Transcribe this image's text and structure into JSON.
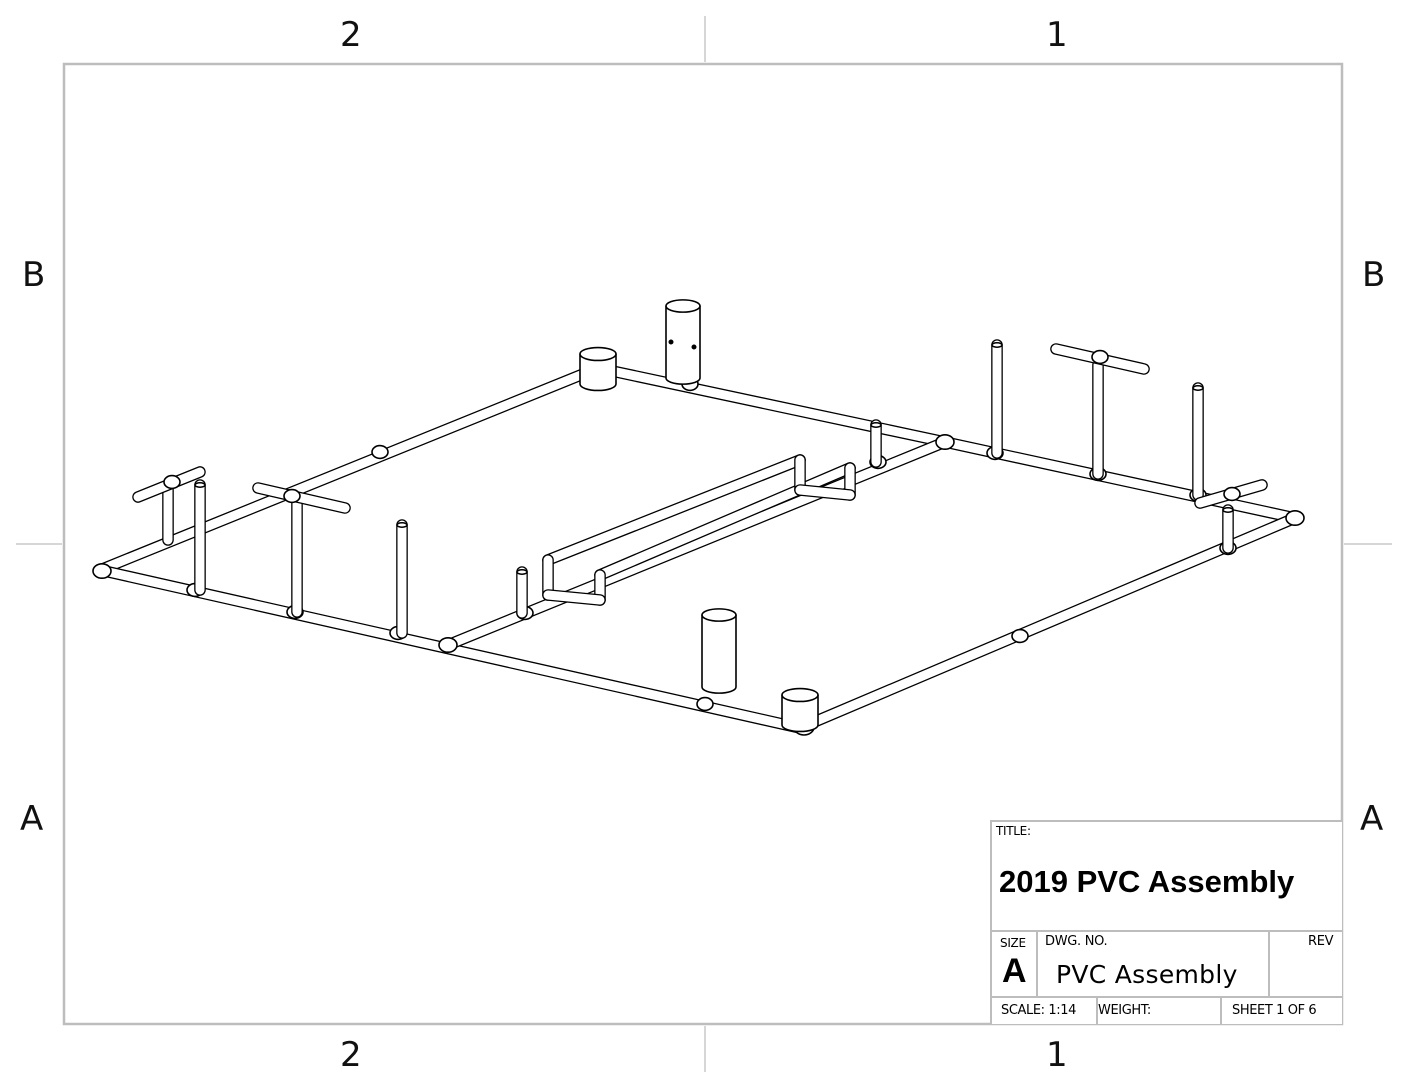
{
  "zones": {
    "columns": [
      "2",
      "1"
    ],
    "rows": [
      "B",
      "A"
    ]
  },
  "title_block": {
    "title_label": "TITLE:",
    "title": "2019 PVC Assembly",
    "size_label": "SIZE",
    "size": "A",
    "dwg_no_label": "DWG. NO.",
    "dwg_no": "PVC Assembly",
    "rev_label": "REV",
    "rev": "",
    "scale": "SCALE: 1:14",
    "weight": "WEIGHT:",
    "sheet": "SHEET 1 OF 6"
  },
  "colors": {
    "border": "#bdbdbd",
    "line": "#000000",
    "pipe_fill": "#ffffff"
  }
}
